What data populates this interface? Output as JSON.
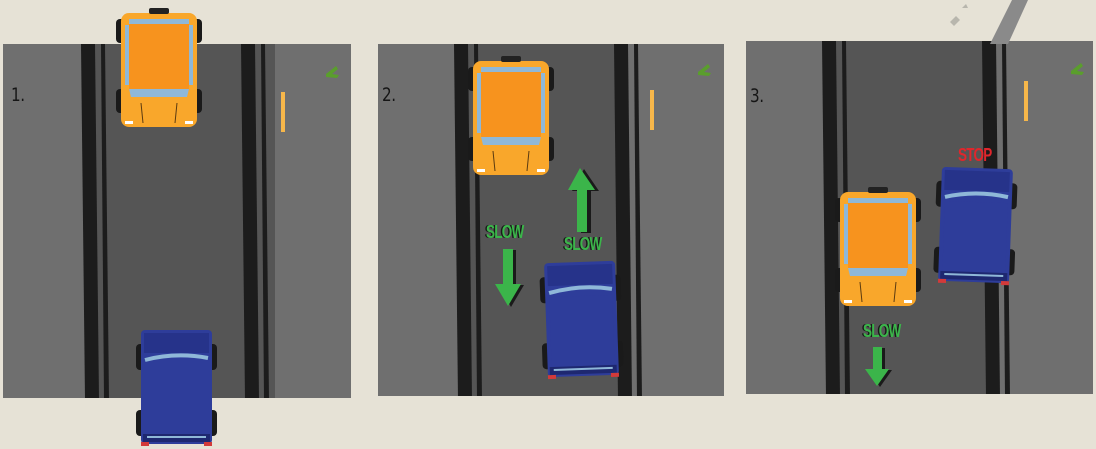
{
  "panels": [
    {
      "number": "1."
    },
    {
      "number": "2.",
      "signs": [
        "SLOW",
        "SLOW"
      ]
    },
    {
      "number": "3.",
      "signs": [
        "STOP",
        "SLOW"
      ]
    }
  ],
  "colors": {
    "background": "#e6e2d6",
    "road": "#6f6f6f",
    "lane": "#555555",
    "tire_tracks": "#1c1c1c",
    "orange_car": "#f7931e",
    "orange_car_trim": "#f9a72b",
    "blue_car": "#2e3d9a",
    "blue_car_trim": "#1e2870",
    "slow_arrow": "#3bb54a",
    "stop_text": "#e0262c",
    "yellow_marker": "#f7b74a",
    "green_marker": "#5a9e2c"
  },
  "icons": [
    "orange-car-icon",
    "blue-car-icon",
    "down-arrow-icon",
    "up-arrow-icon",
    "corner-arrow-icon"
  ]
}
